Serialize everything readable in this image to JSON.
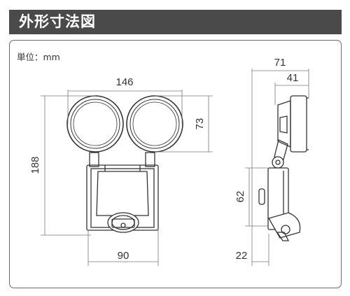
{
  "header": {
    "title": "外形寸法図"
  },
  "unit_label": "単位：mm",
  "front_view": {
    "width": "146",
    "height": "188",
    "lamp_height": "73",
    "body_width": "90"
  },
  "side_view": {
    "depth": "71",
    "lamp_depth": "41",
    "mount_height": "62",
    "sensor_offset": "22"
  },
  "colors": {
    "header_bg": "#4a4a4a",
    "line": "#333333",
    "dim_line": "#777777"
  }
}
